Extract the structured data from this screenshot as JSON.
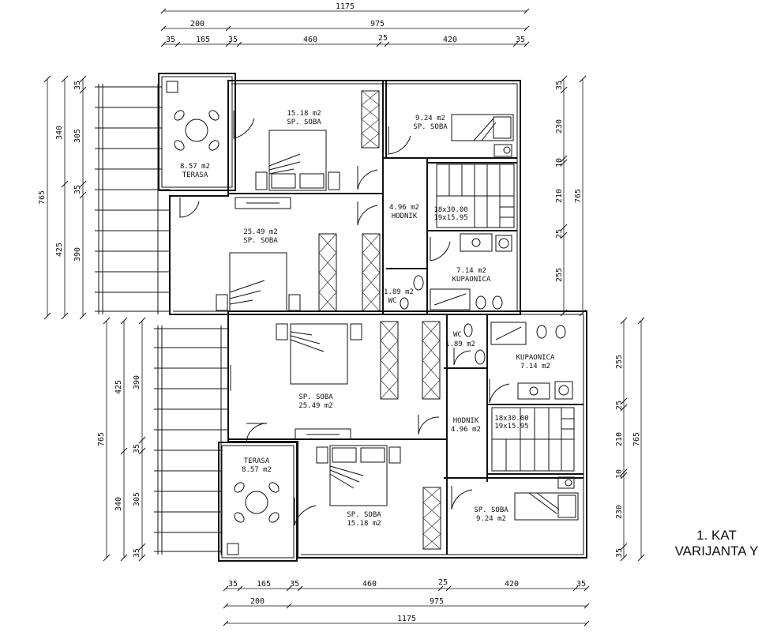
{
  "title": {
    "line1": "1. KAT",
    "line2": "VARIJANTA Y"
  },
  "dims": {
    "top_total": "1175",
    "top_left": "200",
    "top_right": "975",
    "top_seg": [
      "35",
      "165",
      "35",
      "460",
      "25",
      "420",
      "35"
    ],
    "bottom_total": "1175",
    "bottom_left": "200",
    "bottom_right": "975",
    "bottom_seg": [
      "35",
      "165",
      "35",
      "460",
      "25",
      "420",
      "35"
    ],
    "left_upper": [
      "765",
      "340",
      "425",
      "35",
      "305",
      "35",
      "390"
    ],
    "left_lower": [
      "765",
      "425",
      "340",
      "390",
      "35",
      "305",
      "35"
    ],
    "right_upper": [
      "765",
      "35",
      "230",
      "10",
      "210",
      "25",
      "255"
    ],
    "right_lower": [
      "765",
      "255",
      "25",
      "210",
      "10",
      "230",
      "35"
    ]
  },
  "upper_rooms": {
    "terasa": {
      "area": "8.57 m2",
      "name": "TERASA"
    },
    "sp_soba_a": {
      "area": "15.18 m2",
      "name": "SP. SOBA"
    },
    "sp_soba_b": {
      "area": "9.24 m2",
      "name": "SP. SOBA"
    },
    "sp_soba_c": {
      "area": "25.49 m2",
      "name": "SP. SOBA"
    },
    "hodnik": {
      "area": "4.96 m2",
      "name": "HODNIK"
    },
    "stairs": {
      "line1": "18x30.00",
      "line2": "19x15.95"
    },
    "kupaonica": {
      "area": "7.14 m2",
      "name": "KUPAONICA"
    },
    "wc": {
      "area": "1.89 m2",
      "name": "WC"
    }
  },
  "lower_rooms": {
    "wc": {
      "name": "WC",
      "area": "1.89 m2"
    },
    "kupaonica": {
      "name": "KUPAONICA",
      "area": "7.14 m2"
    },
    "sp_soba_c": {
      "name": "SP. SOBA",
      "area": "25.49 m2"
    },
    "hodnik": {
      "name": "HODNIK",
      "area": "4.96 m2"
    },
    "stairs": {
      "line1": "18x30.00",
      "line2": "19x15.95"
    },
    "terasa": {
      "name": "TERASA",
      "area": "8.57 m2"
    },
    "sp_soba_a": {
      "name": "SP. SOBA",
      "area": "15.18 m2"
    },
    "sp_soba_b": {
      "name": "SP. SOBA",
      "area": "9.24 m2"
    }
  }
}
